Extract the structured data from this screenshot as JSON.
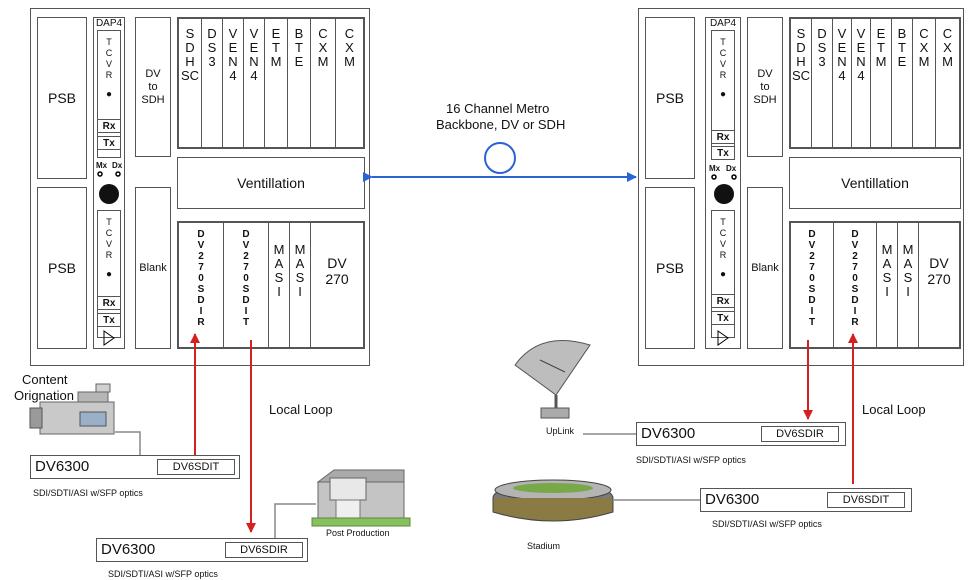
{
  "chassis": {
    "psb": "PSB",
    "dap": "DAP4",
    "tcvr": "TCVR",
    "rx": "Rx",
    "tx": "Tx",
    "mx": "Mx",
    "dx": "Dx",
    "dv_to_sdh": [
      "DV",
      "to",
      "SDH"
    ],
    "blank": "Blank",
    "ventilation": "Ventillation",
    "top_cards": [
      "SDHSC",
      "DS3",
      "VEN4",
      "VEN4",
      "ETM",
      "BTE",
      "CXM",
      "CXM"
    ],
    "bottom_cards_left": [
      "DV270SDIR",
      "DV270SDIT",
      "MASI",
      "MASI"
    ],
    "bottom_cards_right": [
      "DV270SDIT",
      "DV270SDIR",
      "MASI",
      "MASI"
    ],
    "dv270": [
      "DV",
      "270"
    ]
  },
  "backbone": {
    "line1": "16 Channel Metro",
    "line2": "Backbone, DV or SDH"
  },
  "labels": {
    "content_origination_1": "Content",
    "content_origination_2": "Orignation",
    "local_loop_left": "Local Loop",
    "local_loop_right": "Local Loop",
    "post_production": "Post Production",
    "uplink": "UpLink",
    "stadium": "Stadium"
  },
  "units": {
    "dv6300": "DV6300",
    "dv6sdit": "DV6SDIT",
    "dv6sdir": "DV6SDIR",
    "optics": "SDI/SDTI/ASI w/SFP optics"
  },
  "colors": {
    "backbone_arrow": "#2a63d6",
    "local_arrow": "#d42020",
    "outline": "#555555"
  }
}
